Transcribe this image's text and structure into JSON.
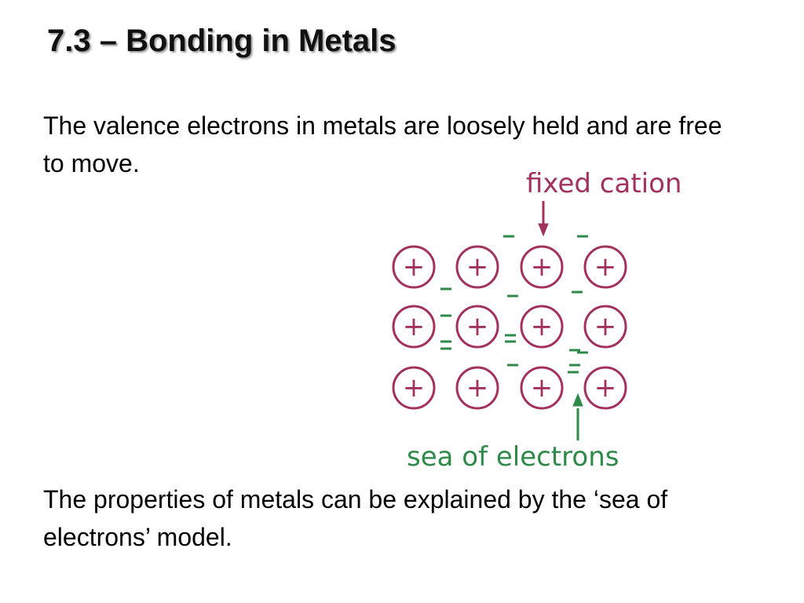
{
  "slide": {
    "title": "7.3 – Bonding in Metals",
    "paragraph_1": "The valence electrons in metals are loosely held and are free to move.",
    "paragraph_2": "The properties of metals can be explained by the ‘sea of electrons’ model."
  },
  "diagram": {
    "label_top": "fixed cation",
    "label_bottom": "sea of electrons",
    "cation_symbol": "+",
    "electron_symbol": "-",
    "cation_grid": {
      "rows": 3,
      "columns": 4
    },
    "electron_count": 15,
    "colors": {
      "cation": "#a3315e",
      "cation_label": "#a3315e",
      "electron": "#2f8a4a",
      "electron_label": "#2f8a4a"
    }
  }
}
